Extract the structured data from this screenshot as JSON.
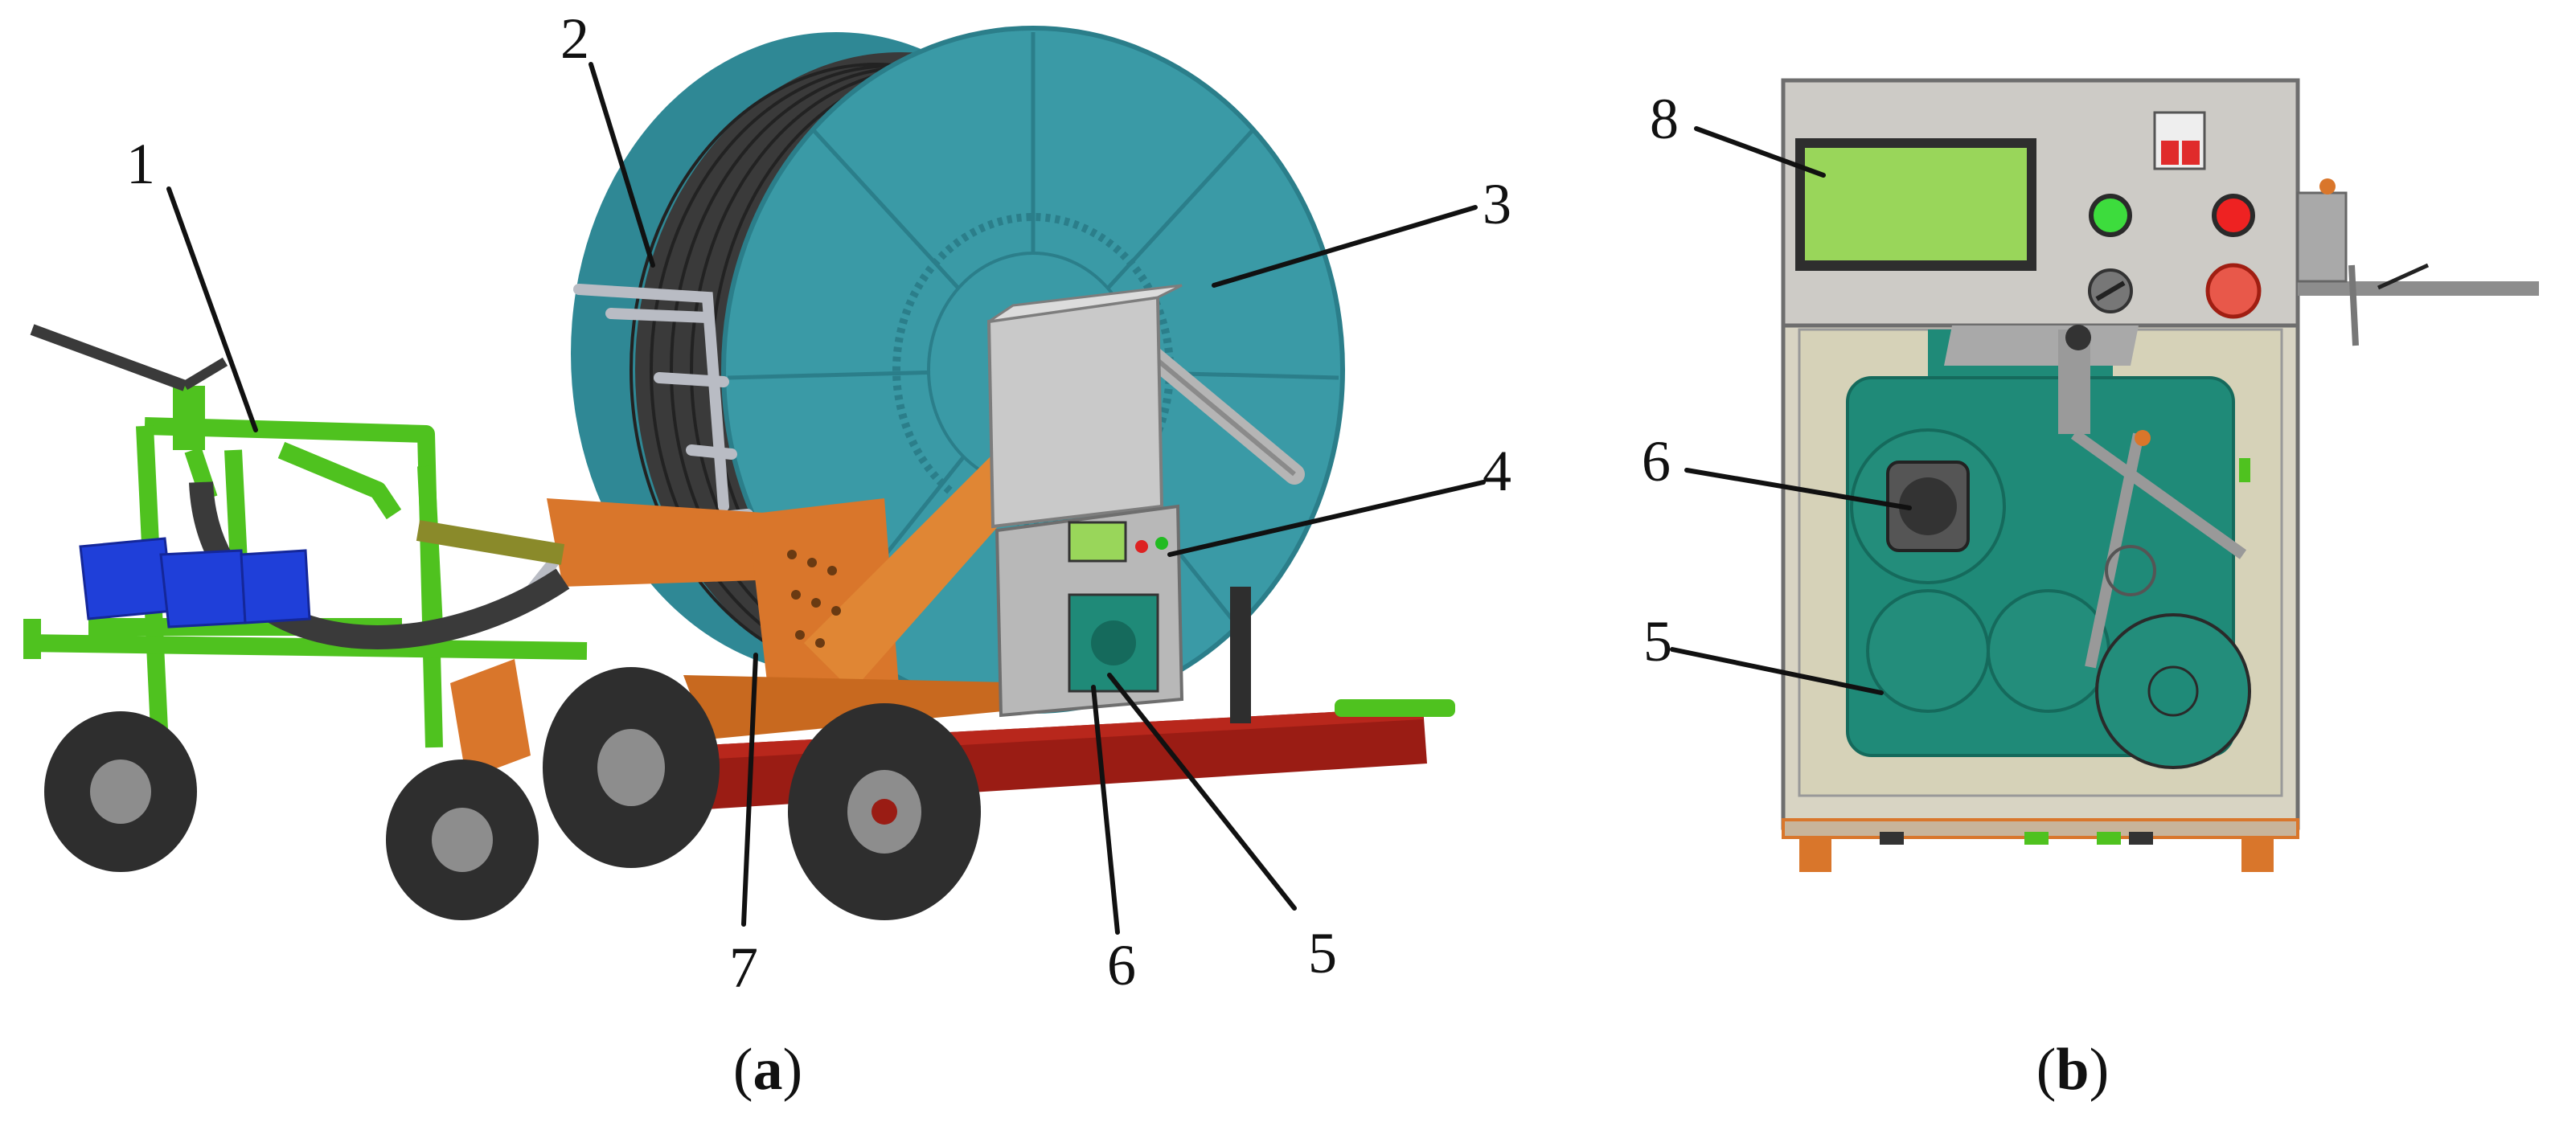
{
  "panel_a": {
    "caption_open": "(",
    "caption_letter": "a",
    "caption_close": ")",
    "callouts": {
      "c1": "1",
      "c2": "2",
      "c3": "3",
      "c4": "4",
      "c5": "5",
      "c6": "6",
      "c7": "7"
    }
  },
  "panel_b": {
    "caption_open": "(",
    "caption_letter": "b",
    "caption_close": ")",
    "callouts": {
      "c8": "8",
      "c6": "6",
      "c5": "5"
    }
  },
  "colors": {
    "frame_green": "#4fc21f",
    "reel_teal": "#3a9aa6",
    "reel_dark": "#2b7e8a",
    "hose_black": "#3a3a3a",
    "orange": "#d9762b",
    "trailer_red": "#9a1c14",
    "blue_box": "#1f3fd9",
    "cabinet_grey": "#c8c6c0",
    "screen_green": "#99d65a",
    "gear_teal": "#1f8a78",
    "tyre_black": "#2e2e2e"
  }
}
